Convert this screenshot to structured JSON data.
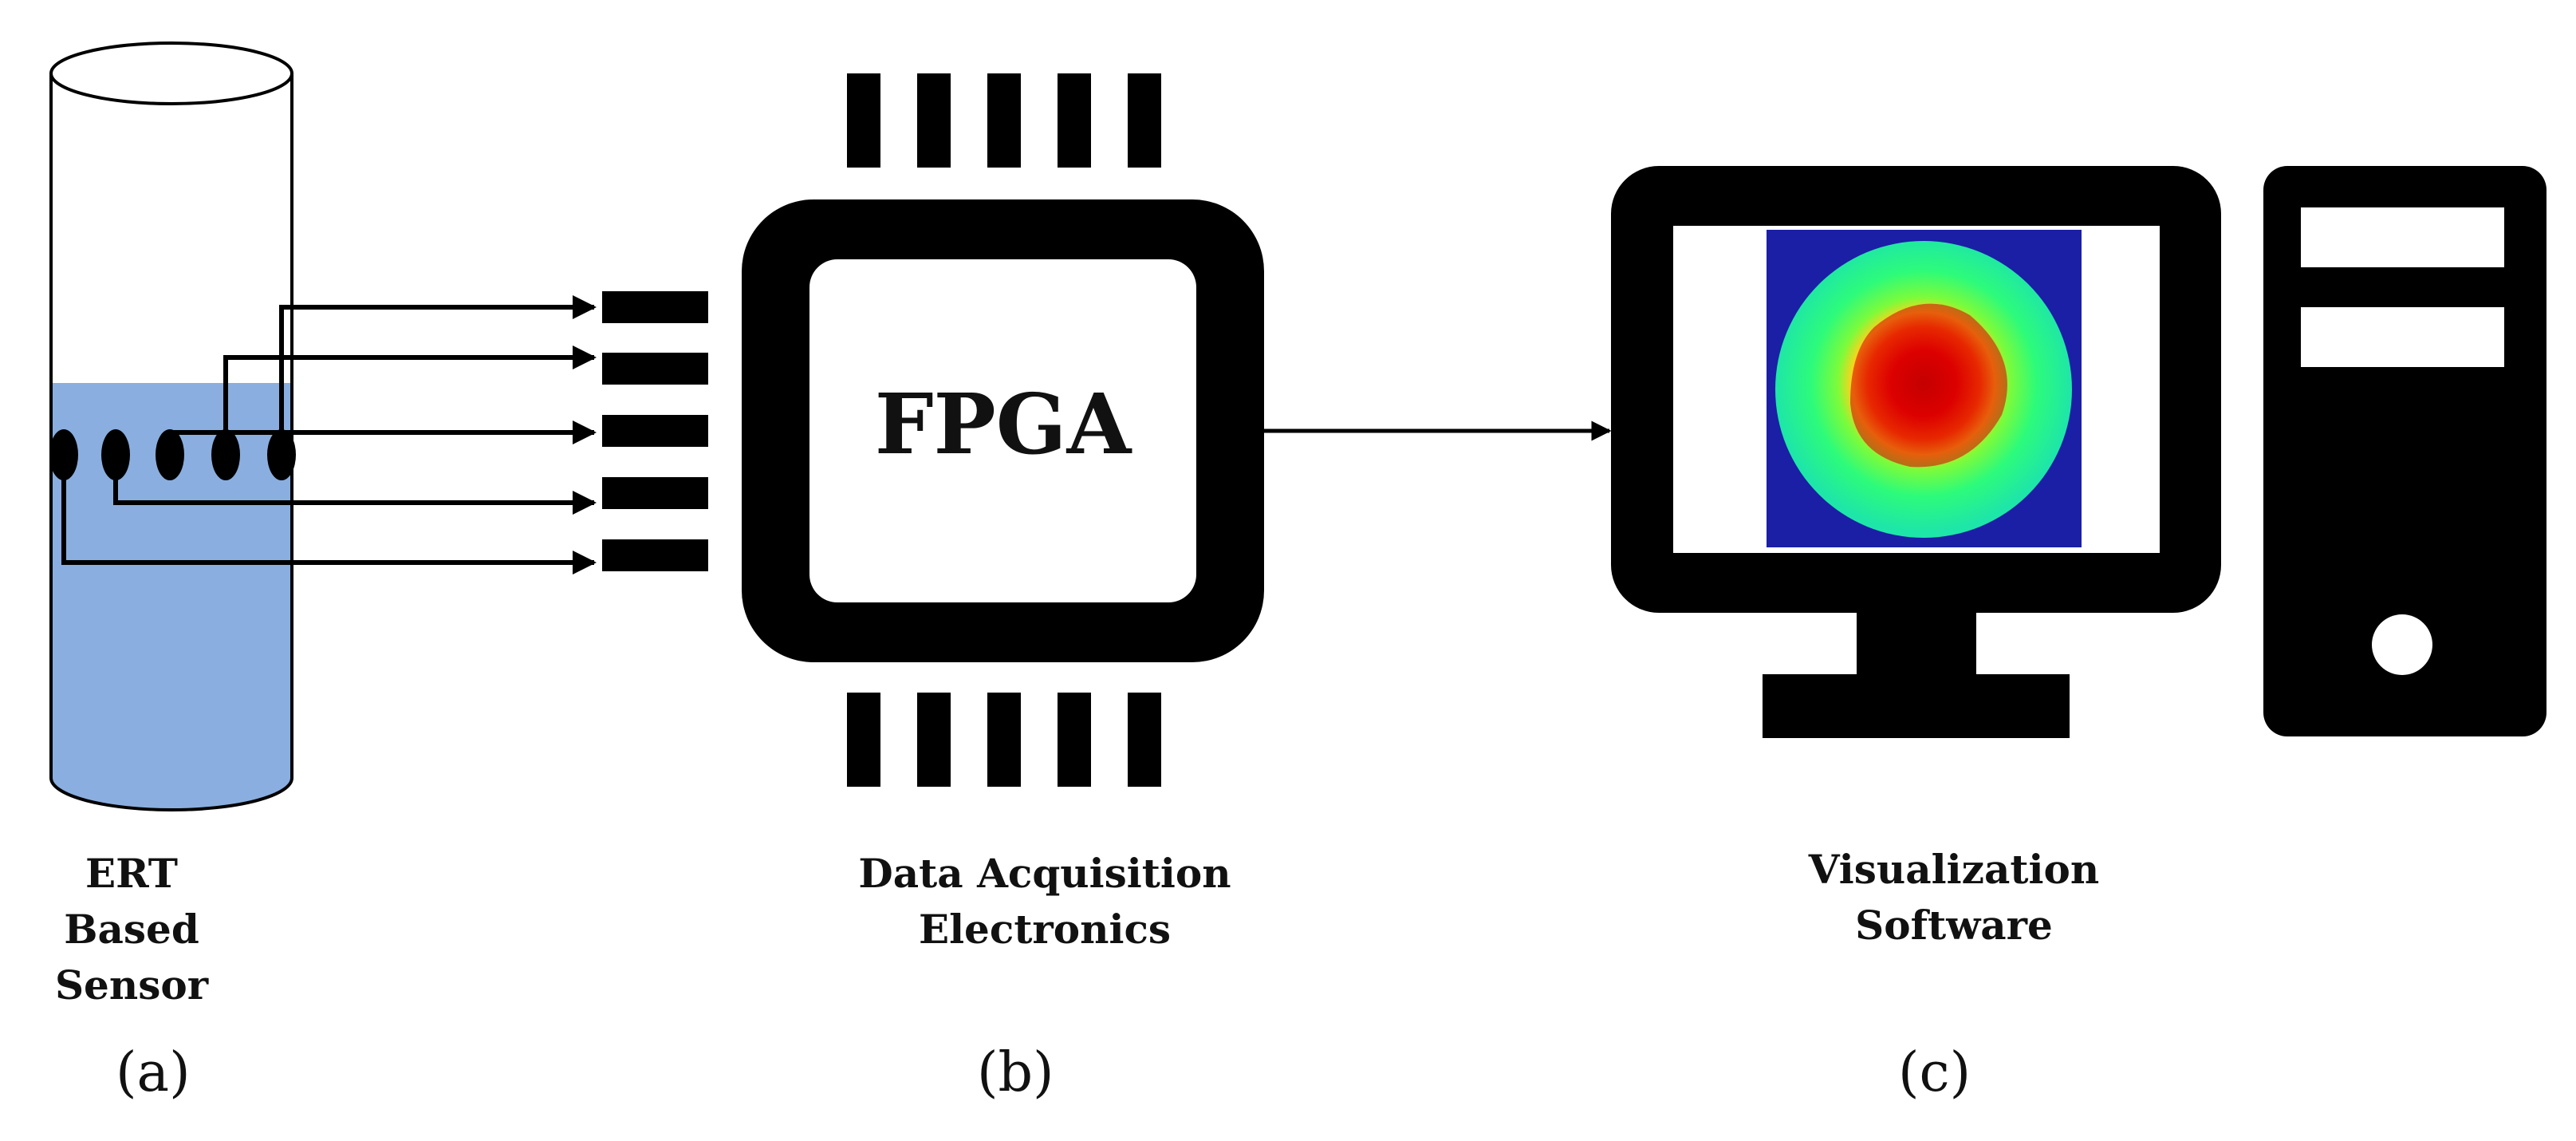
{
  "diagram": {
    "sensor": {
      "label_line1": "ERT Based",
      "label_line2": "Sensor",
      "panel": "(a)",
      "liquid_color": "#8aaedf"
    },
    "daq": {
      "chip_text": "FPGA",
      "label_line1": "Data Acquisition",
      "label_line2": "Electronics",
      "panel": "(b)"
    },
    "visualization": {
      "label_line1": "Visualization",
      "label_line2": "Software",
      "panel": "(c)",
      "heatmap_bg_color": "#1a1fa6"
    },
    "colors": {
      "ink": "#000000",
      "liquid": "#8aaedf"
    },
    "icons": [
      "cylinder-sensor-icon",
      "electrode-icon",
      "fpga-chip-icon",
      "monitor-icon",
      "computer-tower-icon",
      "heatmap-image"
    ]
  }
}
